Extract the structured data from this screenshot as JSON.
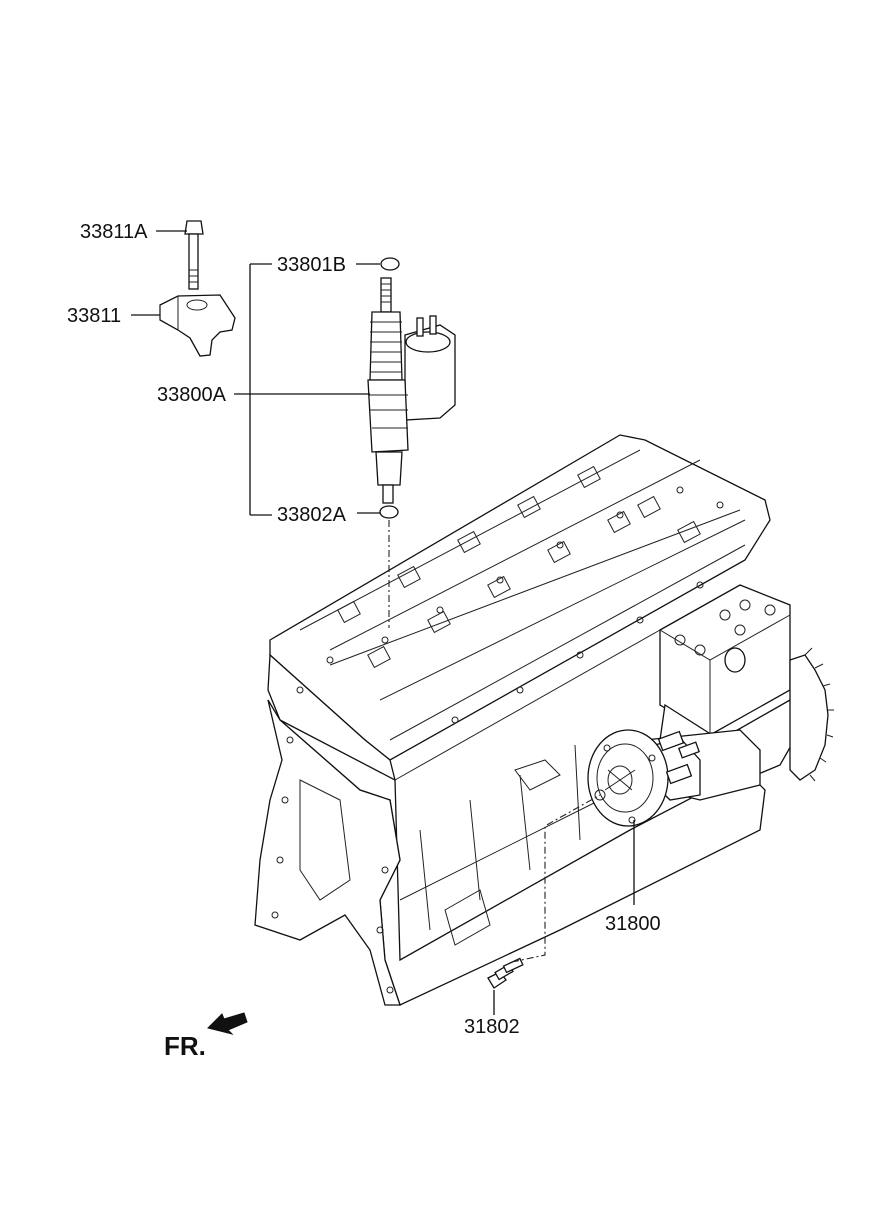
{
  "labels": {
    "bolt_injector_clamp": "33811A",
    "injector_clamp": "33811",
    "injector_assembly": "33800A",
    "o_ring_upper": "33801B",
    "o_ring_lower": "33802A",
    "fuel_pump": "31800",
    "pump_bolt": "31802"
  },
  "direction": {
    "text": "FR.",
    "icon": "front-direction-arrow-icon"
  },
  "colors": {
    "line": "#111111",
    "background": "#ffffff"
  }
}
